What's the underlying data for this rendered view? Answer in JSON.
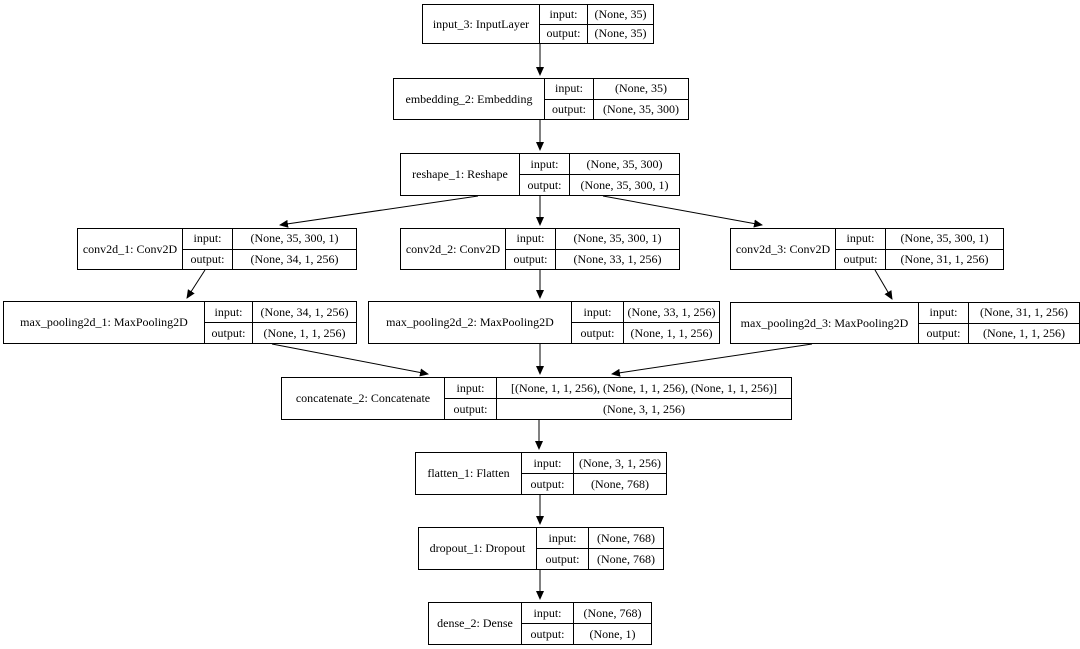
{
  "field_labels": {
    "input": "input:",
    "output": "output:"
  },
  "colors": {
    "background": "#ffffff",
    "border": "#000000",
    "text": "#000000"
  },
  "nodes": {
    "input_3": {
      "name": "input_3: InputLayer",
      "input_shape": "(None, 35)",
      "output_shape": "(None, 35)"
    },
    "embedding_2": {
      "name": "embedding_2: Embedding",
      "input_shape": "(None, 35)",
      "output_shape": "(None, 35, 300)"
    },
    "reshape_1": {
      "name": "reshape_1: Reshape",
      "input_shape": "(None, 35, 300)",
      "output_shape": "(None, 35, 300, 1)"
    },
    "conv2d_1": {
      "name": "conv2d_1: Conv2D",
      "input_shape": "(None, 35, 300, 1)",
      "output_shape": "(None, 34, 1, 256)"
    },
    "conv2d_2": {
      "name": "conv2d_2: Conv2D",
      "input_shape": "(None, 35, 300, 1)",
      "output_shape": "(None, 33, 1, 256)"
    },
    "conv2d_3": {
      "name": "conv2d_3: Conv2D",
      "input_shape": "(None, 35, 300, 1)",
      "output_shape": "(None, 31, 1, 256)"
    },
    "max_pooling2d_1": {
      "name": "max_pooling2d_1: MaxPooling2D",
      "input_shape": "(None, 34, 1, 256)",
      "output_shape": "(None, 1, 1, 256)"
    },
    "max_pooling2d_2": {
      "name": "max_pooling2d_2: MaxPooling2D",
      "input_shape": "(None, 33, 1, 256)",
      "output_shape": "(None, 1, 1, 256)"
    },
    "max_pooling2d_3": {
      "name": "max_pooling2d_3: MaxPooling2D",
      "input_shape": "(None, 31, 1, 256)",
      "output_shape": "(None, 1, 1, 256)"
    },
    "concatenate_2": {
      "name": "concatenate_2: Concatenate",
      "input_shape": "[(None, 1, 1, 256), (None, 1, 1, 256), (None, 1, 1, 256)]",
      "output_shape": "(None, 3, 1, 256)"
    },
    "flatten_1": {
      "name": "flatten_1: Flatten",
      "input_shape": "(None, 3, 1, 256)",
      "output_shape": "(None, 768)"
    },
    "dropout_1": {
      "name": "dropout_1: Dropout",
      "input_shape": "(None, 768)",
      "output_shape": "(None, 768)"
    },
    "dense_2": {
      "name": "dense_2: Dense",
      "input_shape": "(None, 768)",
      "output_shape": "(None, 1)"
    }
  },
  "edges": [
    {
      "from": "input_3",
      "to": "embedding_2"
    },
    {
      "from": "embedding_2",
      "to": "reshape_1"
    },
    {
      "from": "reshape_1",
      "to": "conv2d_1"
    },
    {
      "from": "reshape_1",
      "to": "conv2d_2"
    },
    {
      "from": "reshape_1",
      "to": "conv2d_3"
    },
    {
      "from": "conv2d_1",
      "to": "max_pooling2d_1"
    },
    {
      "from": "conv2d_2",
      "to": "max_pooling2d_2"
    },
    {
      "from": "conv2d_3",
      "to": "max_pooling2d_3"
    },
    {
      "from": "max_pooling2d_1",
      "to": "concatenate_2"
    },
    {
      "from": "max_pooling2d_2",
      "to": "concatenate_2"
    },
    {
      "from": "max_pooling2d_3",
      "to": "concatenate_2"
    },
    {
      "from": "concatenate_2",
      "to": "flatten_1"
    },
    {
      "from": "flatten_1",
      "to": "dropout_1"
    },
    {
      "from": "dropout_1",
      "to": "dense_2"
    }
  ]
}
